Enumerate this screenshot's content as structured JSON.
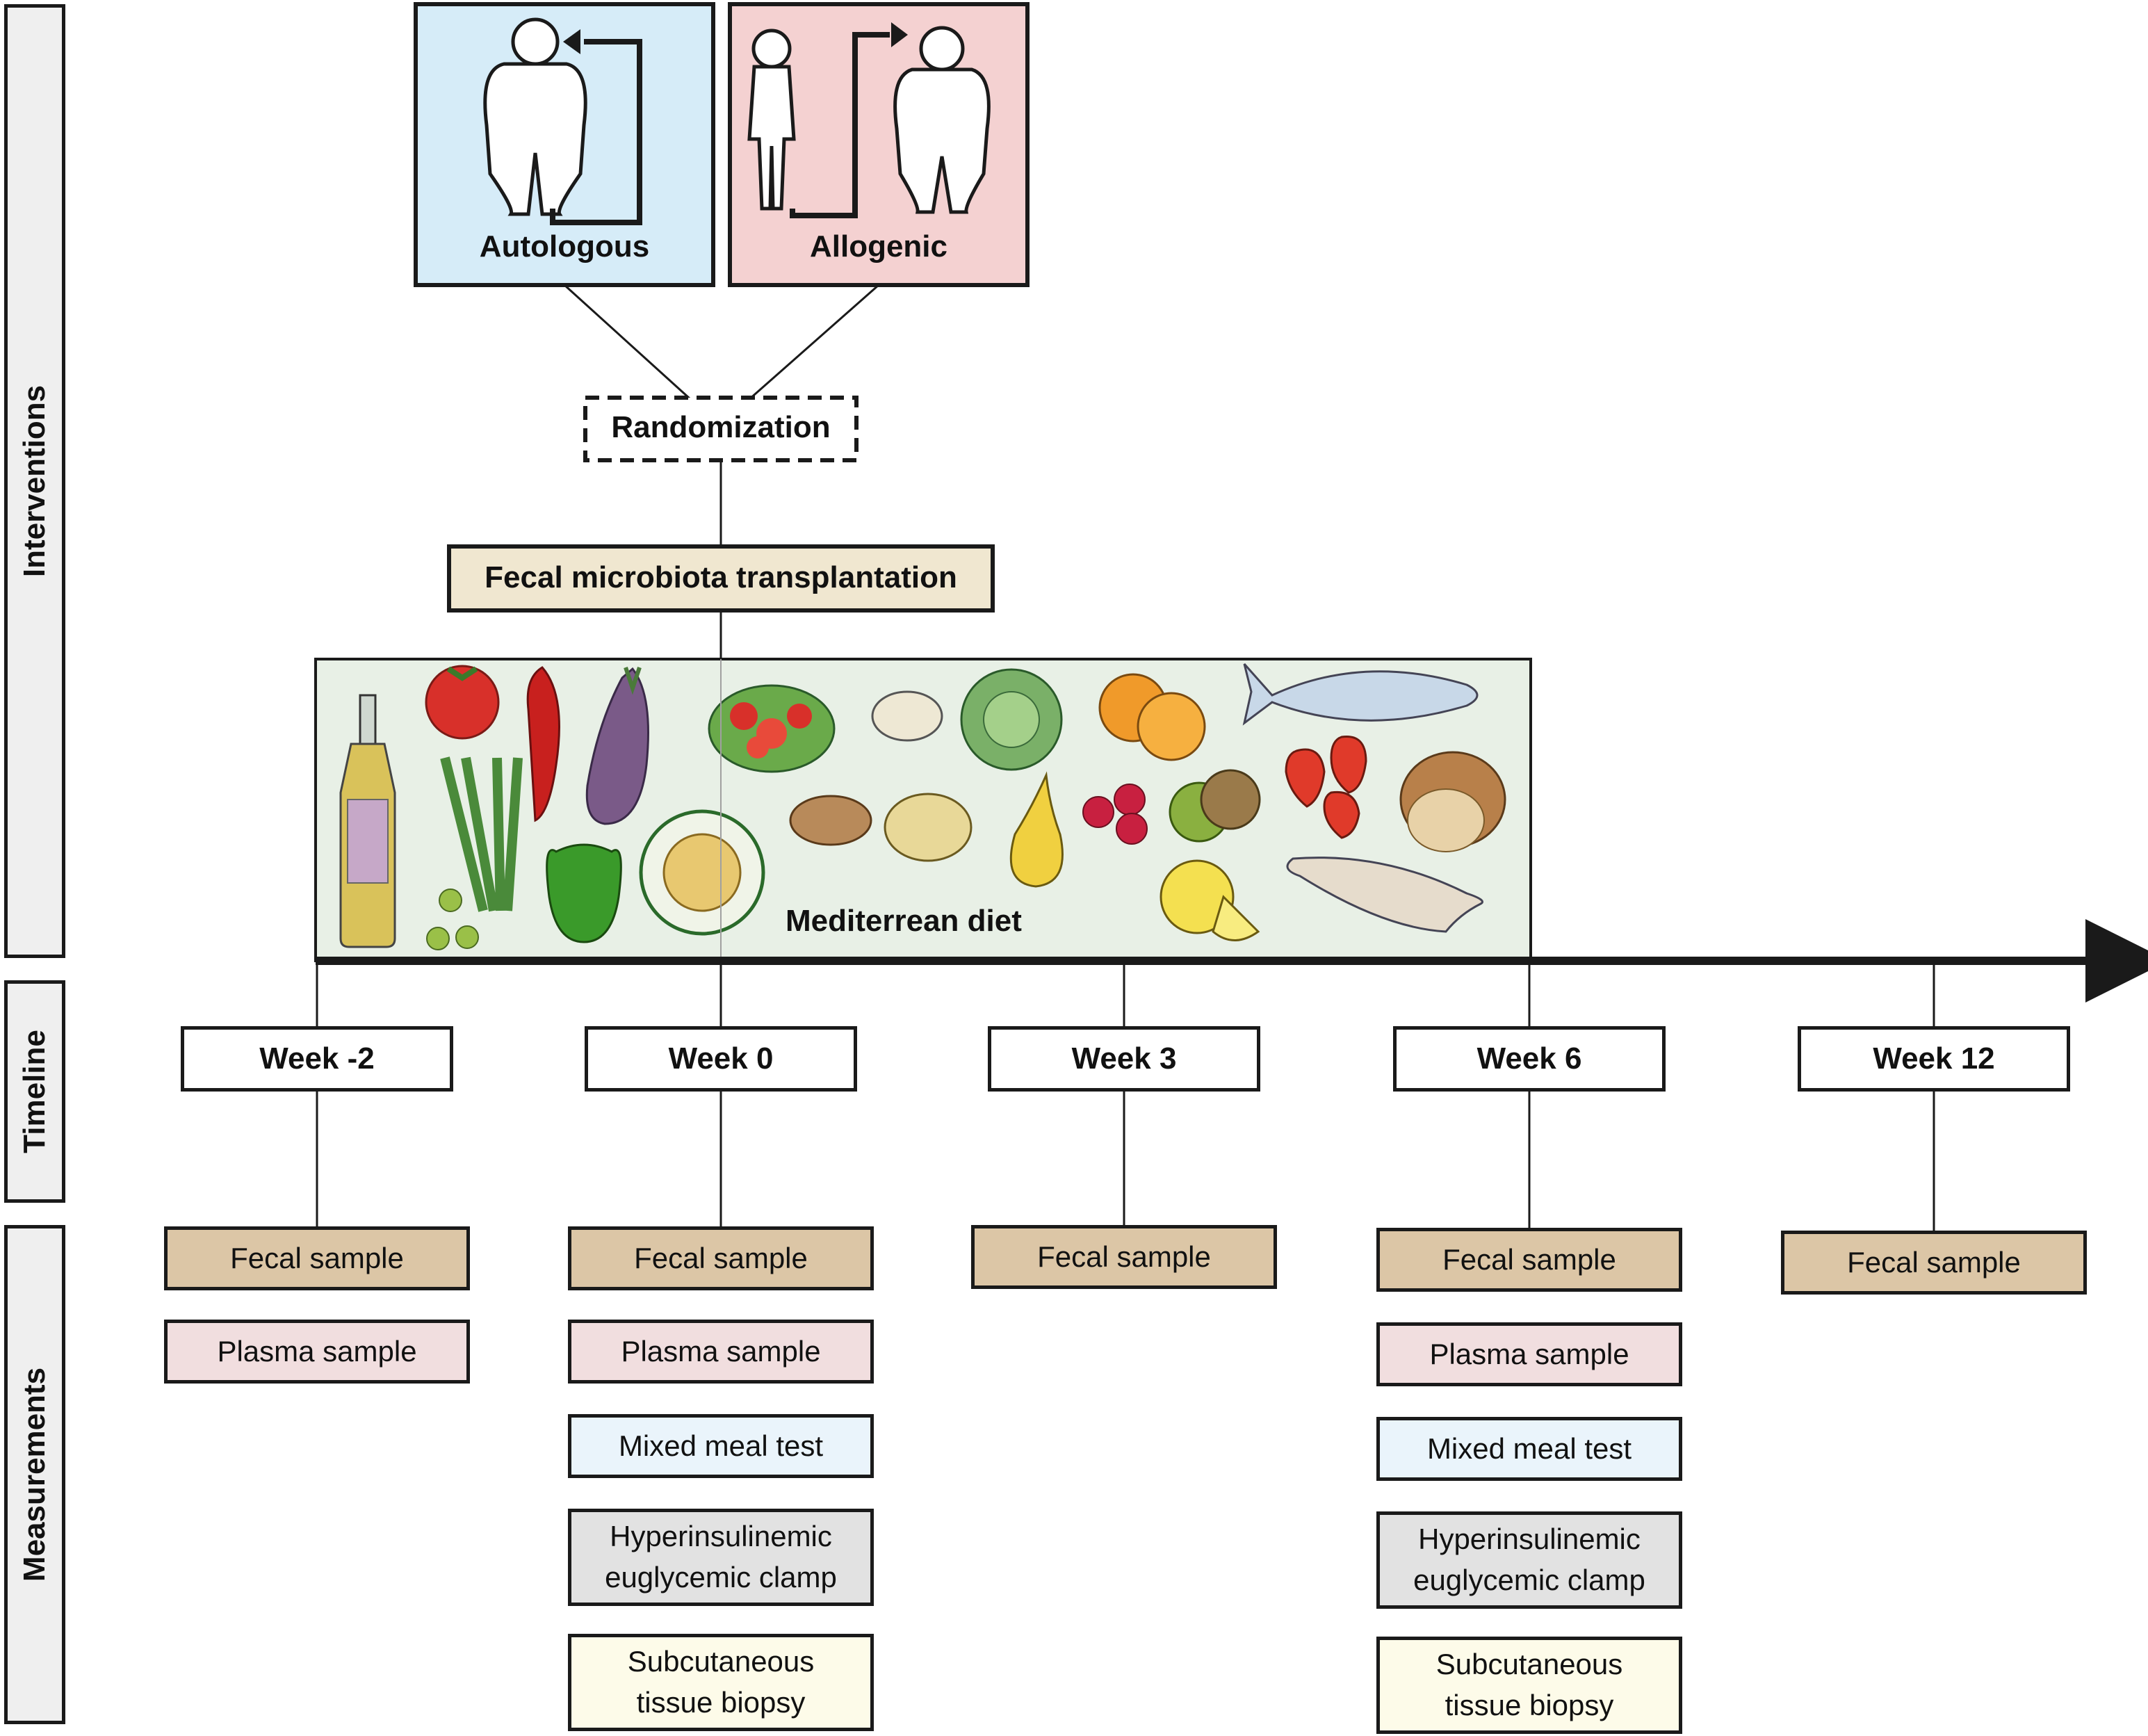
{
  "side_labels": {
    "interventions": "Interventions",
    "timeline": "Timeline",
    "measurements": "Measurements"
  },
  "arms": {
    "autologous": "Autologous",
    "allogenic": "Allogenic"
  },
  "randomization": "Randomization",
  "fmt": "Fecal microbiota transplantation",
  "diet_label": "Mediterrean diet",
  "weeks": [
    "Week -2",
    "Week 0",
    "Week 3",
    "Week 6",
    "Week 12"
  ],
  "measurements": {
    "fecal": "Fecal sample",
    "plasma": "Plasma sample",
    "meal": "Mixed meal test",
    "clamp": [
      "Hyperinsulinemic",
      "euglycemic clamp"
    ],
    "biopsy": [
      "Subcutaneous",
      "tissue biopsy"
    ]
  },
  "colors": {
    "autologous_panel": "#d6ecf8",
    "allogenic_panel": "#f4d1d1",
    "fmt_box": "#f0e7d0",
    "diet_panel": "#e8f0e6"
  },
  "icons": [
    "obese-person-icon",
    "lean-person-icon",
    "arrow-icon",
    "olive-oil-icon",
    "tomato-icon",
    "chili-pepper-icon",
    "eggplant-icon",
    "salad-icon",
    "beans-icon",
    "cabbage-icon",
    "orange-icon",
    "fish-icon",
    "leek-icon",
    "bell-pepper-icon",
    "pasta-icon",
    "lentils-icon",
    "chickpeas-icon",
    "pear-icon",
    "raspberry-icon",
    "kiwi-icon",
    "strawberry-icon",
    "bread-icon",
    "lemon-icon",
    "olives-icon"
  ]
}
